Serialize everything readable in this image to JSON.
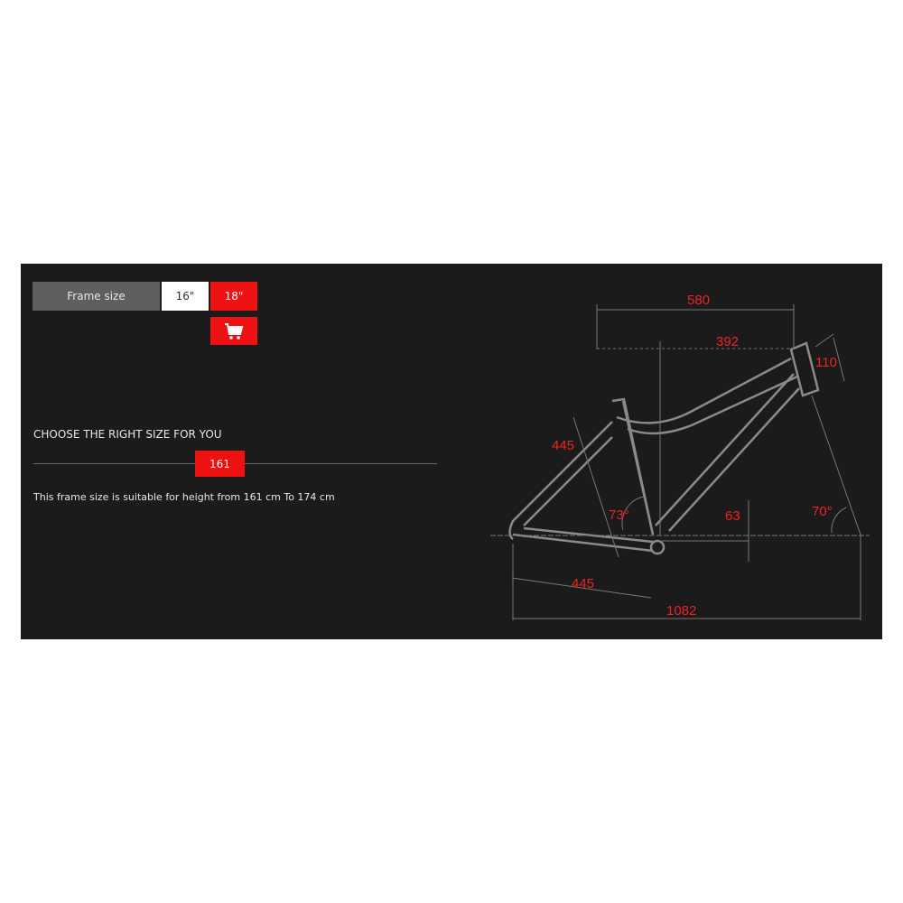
{
  "sizes": {
    "label": "Frame size",
    "options": [
      {
        "label": "16\"",
        "selected": false
      },
      {
        "label": "18\"",
        "selected": true
      }
    ],
    "cart_icon": "shopping-cart-icon"
  },
  "size_guide": {
    "heading": "CHOOSE THE RIGHT SIZE FOR YOU",
    "slider_value": "161",
    "description": "This frame size is suitable for height from 161 cm To 174 cm"
  },
  "geometry": {
    "reach_total": "580",
    "reach": "392",
    "head_tube": "110",
    "seat_tube": "445",
    "seat_angle": "73°",
    "bb_drop": "63",
    "head_angle": "70°",
    "chainstay": "445",
    "wheelbase": "1082"
  },
  "colors": {
    "accent": "#ee1111",
    "panel_bg": "#1b1b1b",
    "line": "#8a8a8a"
  }
}
